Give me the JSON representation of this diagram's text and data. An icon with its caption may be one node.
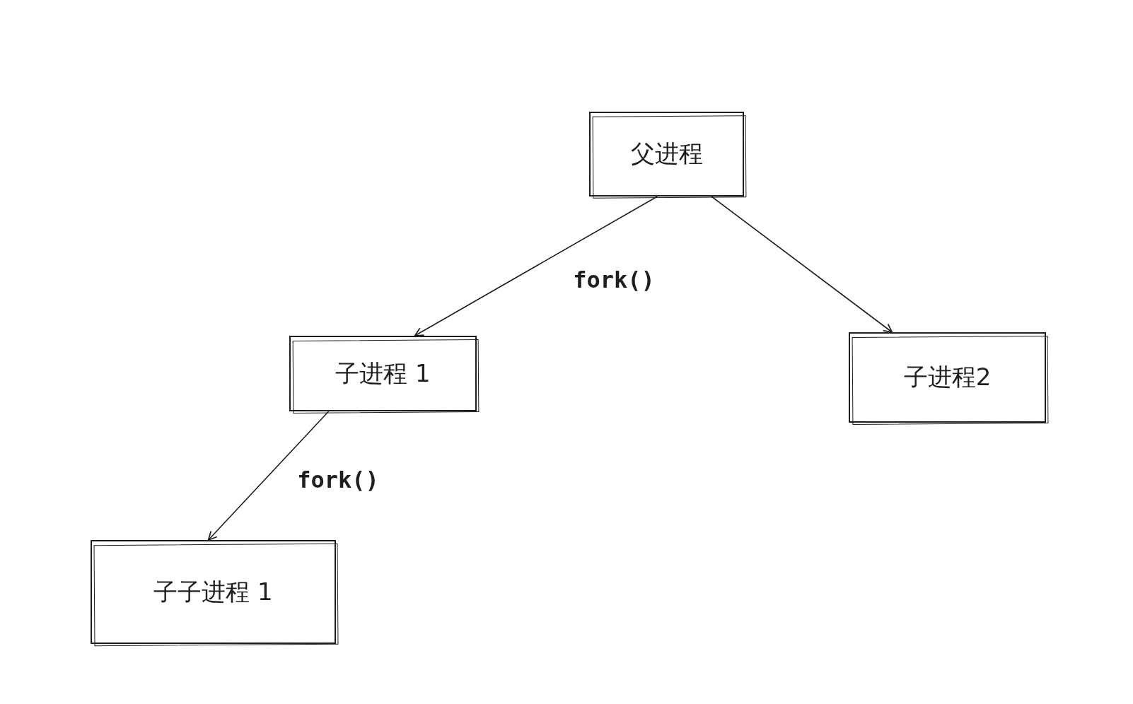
{
  "diagram": {
    "nodes": [
      {
        "text": [
          "父进程"
        ]
      },
      {
        "text": [
          "子进程 1"
        ]
      },
      {
        "text": [
          "子进程2"
        ]
      },
      {
        "text": [
          "子子进程 1"
        ]
      }
    ],
    "edges": [
      {
        "from": 0,
        "to": 1,
        "arrow": "to",
        "label": "fork()"
      },
      {
        "from": 0,
        "to": 2,
        "arrow": "to"
      },
      {
        "from": 1,
        "to": 3,
        "arrow": "to",
        "label": "fork()"
      }
    ]
  }
}
